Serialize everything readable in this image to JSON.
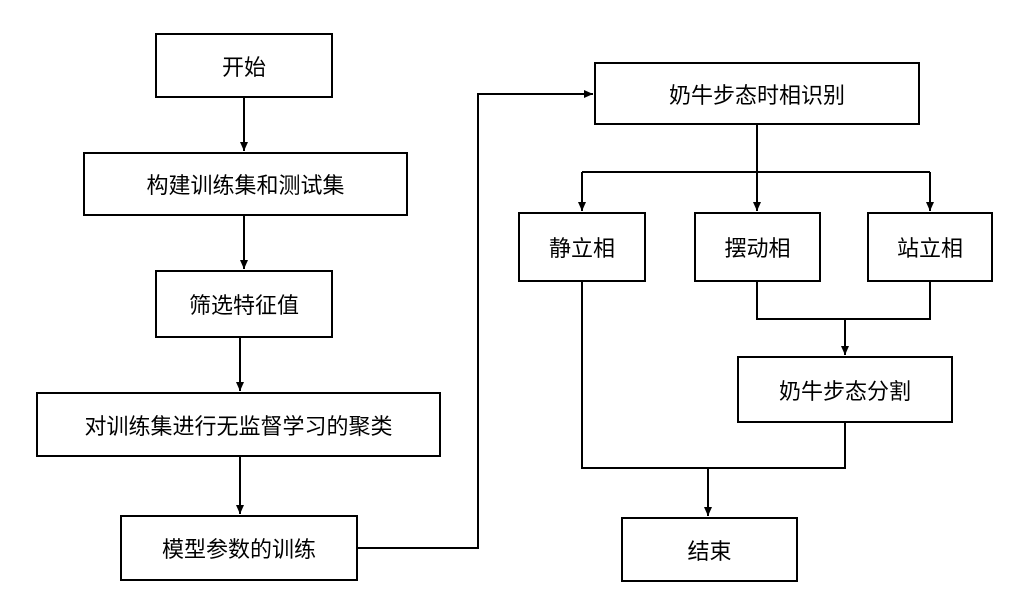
{
  "nodes": {
    "start": "开始",
    "build_sets": "构建训练集和测试集",
    "select_features": "筛选特征值",
    "unsupervised_clustering": "对训练集进行无监督学习的聚类",
    "train_params": "模型参数的训练",
    "gait_phase_recognition": "奶牛步态时相识别",
    "stance_phase": "静立相",
    "swing_phase": "摆动相",
    "standing_phase": "站立相",
    "gait_segmentation": "奶牛步态分割",
    "end": "结束"
  },
  "colors": {
    "line": "#000000",
    "background": "#ffffff"
  }
}
